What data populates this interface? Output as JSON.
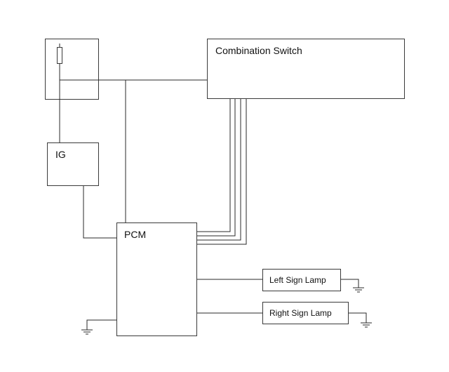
{
  "labels": {
    "combination_switch": "Combination Switch",
    "ig": "IG",
    "pcm": "PCM",
    "left_lamp": "Left Sign Lamp",
    "right_lamp": "Right Sign Lamp"
  },
  "colors": {
    "line": "#2a2a2a",
    "box_border": "#3a3a3a",
    "text": "#111111",
    "background": "#ffffff"
  }
}
